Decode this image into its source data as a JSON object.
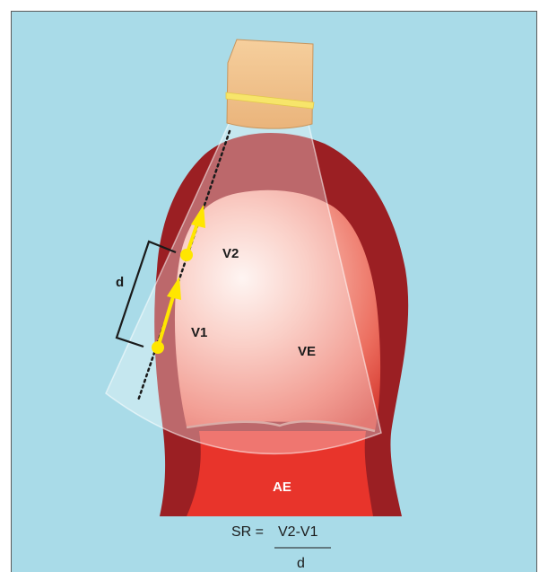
{
  "labels": {
    "v2": "V2",
    "v1": "V1",
    "ve": "VE",
    "ae": "AE",
    "d": "d"
  },
  "formula": {
    "lhs": "SR =",
    "numerator": "V2-V1",
    "denominator": "d"
  },
  "colors": {
    "background": "#a9dbe8",
    "frame_border": "#5b5b5b",
    "myocardium": "#9b1f23",
    "atrium": "#e8342b",
    "ventricle_center": "#fde9e5",
    "ventricle_edge": "#e24a3c",
    "probe": "#f2c490",
    "probe_band": "#f7e56a",
    "arrow": "#ffe600",
    "bracket": "#1a1a1a"
  }
}
